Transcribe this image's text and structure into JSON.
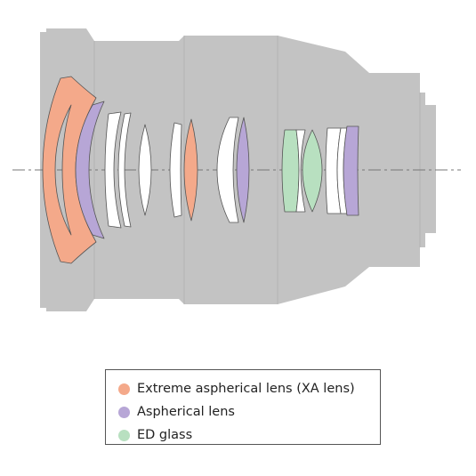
{
  "colors": {
    "barrel": "#c3c3c3",
    "barrel_edge": "#b0b0b0",
    "axis_line": "#777777",
    "lens_outline": "#555555",
    "regular_glass": "#ffffff",
    "xa_lens": "#f4a98a",
    "aspherical": "#b7a6d6",
    "ed_glass": "#b8e0c0"
  },
  "legend": [
    {
      "label": "Extreme aspherical lens (XA lens)",
      "color": "#f4a98a"
    },
    {
      "label": "Aspherical lens",
      "color": "#b7a6d6"
    },
    {
      "label": "ED glass",
      "color": "#b8e0c0"
    }
  ]
}
